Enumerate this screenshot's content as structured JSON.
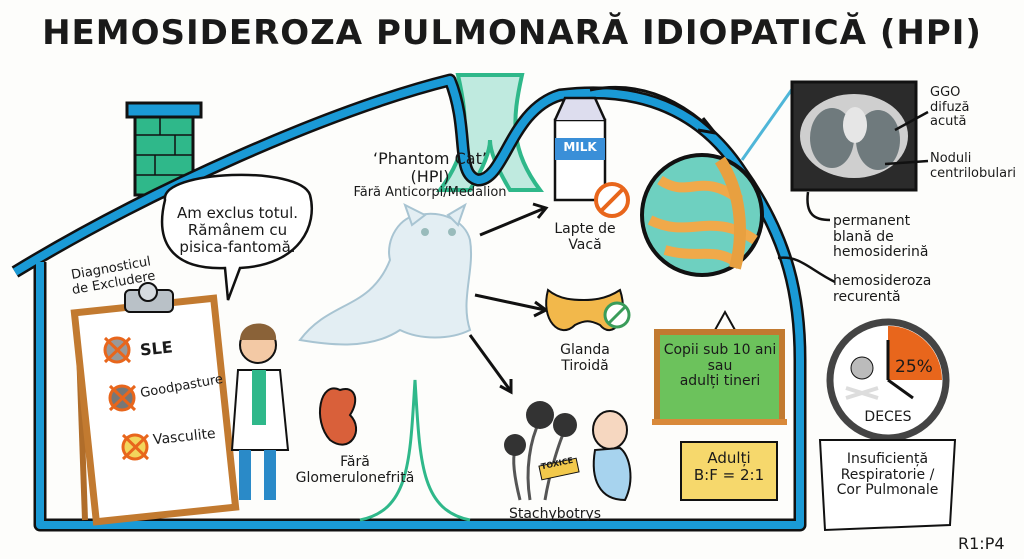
{
  "title": "HEMOSIDEROZA PULMONARĂ IDIOPATICĂ (HPI)",
  "phantom_cat": {
    "line1": "‘Phantom Cat’",
    "line2": "(HPI)",
    "line3": "Fără Anticorpi/Medalion"
  },
  "speech_bubble": {
    "line1": "Am exclus totul.",
    "line2": "Rămânem cu",
    "line3": "pisica-fantomă."
  },
  "diagnosis": {
    "line1": "Diagnosticul",
    "line2": "de Excludere"
  },
  "clipboard": {
    "items": [
      "SLE",
      "Goodpasture",
      "Vasculite"
    ]
  },
  "kidney": {
    "line1": "Fără",
    "line2": "Glomerulonefrită"
  },
  "milk": {
    "label": "MILK",
    "line1": "Lapte de",
    "line2": "Vacă"
  },
  "thyroid": {
    "line1": "Glanda",
    "line2": "Tiroidă"
  },
  "mold": {
    "label": "Stachybotrys",
    "sign": "TOXICE"
  },
  "ct": {
    "ggo1": "GGO",
    "ggo2": "difuză",
    "ggo3": "acută",
    "nod1": "Noduli",
    "nod2": "centrilobulari"
  },
  "hemosiderin": {
    "line1": "permanent",
    "line2": "blană de",
    "line3": "hemosiderină"
  },
  "recurrent": {
    "line1": "hemosideroza",
    "line2": "recurentă"
  },
  "chalkboard": {
    "line1": "Copii sub 10 ani",
    "line2": "sau",
    "line3": "adulți tineri"
  },
  "adults_note": {
    "line1": "Adulți",
    "line2": "B:F = 2:1"
  },
  "clock": {
    "percent": "25%",
    "label": "DECES",
    "fraction": 0.25
  },
  "scroll": {
    "line1": "Insuficiență",
    "line2": "Respiratorie /",
    "line3": "Cor Pulmonale"
  },
  "footer": "R1:P4",
  "colors": {
    "house": "#1a9ad6",
    "chimney": "#2fb88a",
    "board": "#6cc25c",
    "note": "#f6d86c",
    "danger": "#e8661c"
  }
}
